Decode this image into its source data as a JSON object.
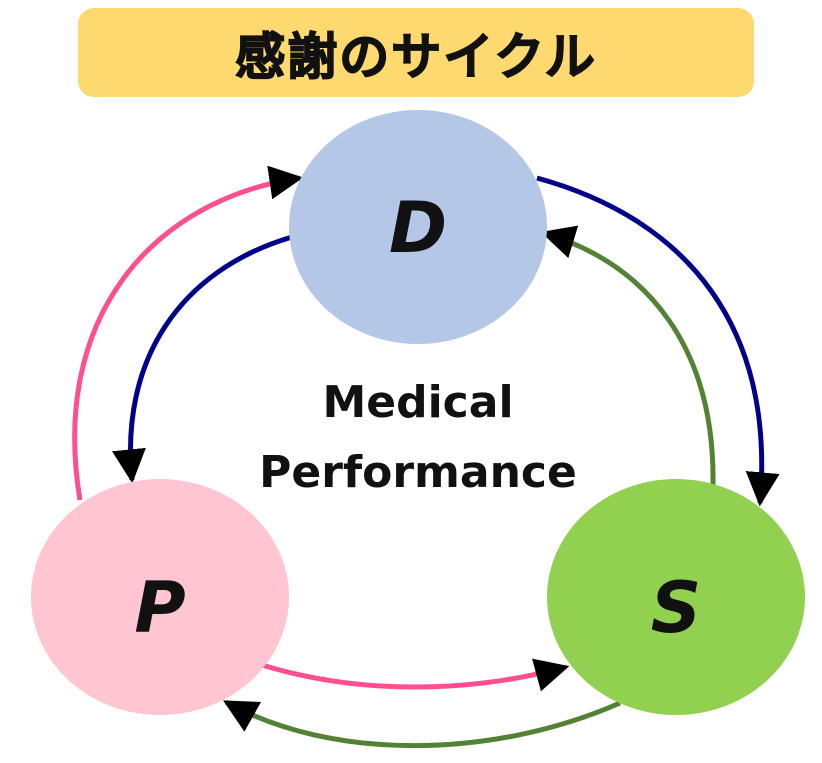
{
  "title": "感謝のサイクル",
  "center_label": {
    "line1": "Medical",
    "line2": "Performance"
  },
  "nodes": {
    "d": {
      "letter": "D",
      "color": "#b4c7e7"
    },
    "p": {
      "letter": "P",
      "color": "#ffc5d0"
    },
    "s": {
      "letter": "S",
      "color": "#92d050"
    }
  },
  "colors": {
    "banner": "#fdd96f",
    "pink_arrow": "#ff4f90",
    "navy_arrow": "#00008b",
    "green_arrow": "#548235",
    "arrowhead": "#000000"
  }
}
